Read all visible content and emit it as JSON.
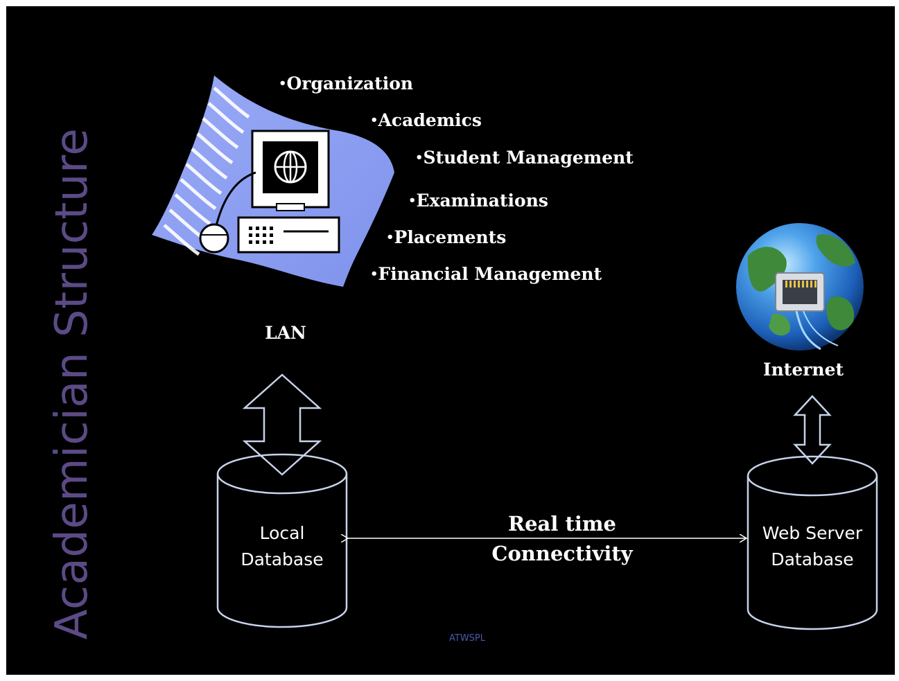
{
  "title": "Academician Structure",
  "modules": [
    {
      "bullet": "•",
      "label": "Organization"
    },
    {
      "bullet": "•",
      "label": "Academics"
    },
    {
      "bullet": "•",
      "label": "Student Management"
    },
    {
      "bullet": "•",
      "label": "Examinations"
    },
    {
      "bullet": "•",
      "label": "Placements"
    },
    {
      "bullet": "•",
      "label": "Financial Management"
    }
  ],
  "lan_label": "LAN",
  "internet_label": "Internet",
  "local_db": {
    "line1": "Local",
    "line2": "Database"
  },
  "web_db": {
    "line1": "Web Server",
    "line2": "Database"
  },
  "connectivity": {
    "line1": "Real time",
    "line2": "Connectivity"
  },
  "watermark": "ATWSPL",
  "colors": {
    "background": "#000000",
    "title": "#5c4a86",
    "outline": "#c7d3ea",
    "computer_wave": "#8c9ef0",
    "globe_ocean": "#2f7fd6",
    "globe_land": "#3e8a3a"
  },
  "icons": [
    "computer-icon",
    "globe-network-icon",
    "database-icon",
    "double-arrow-icon"
  ]
}
